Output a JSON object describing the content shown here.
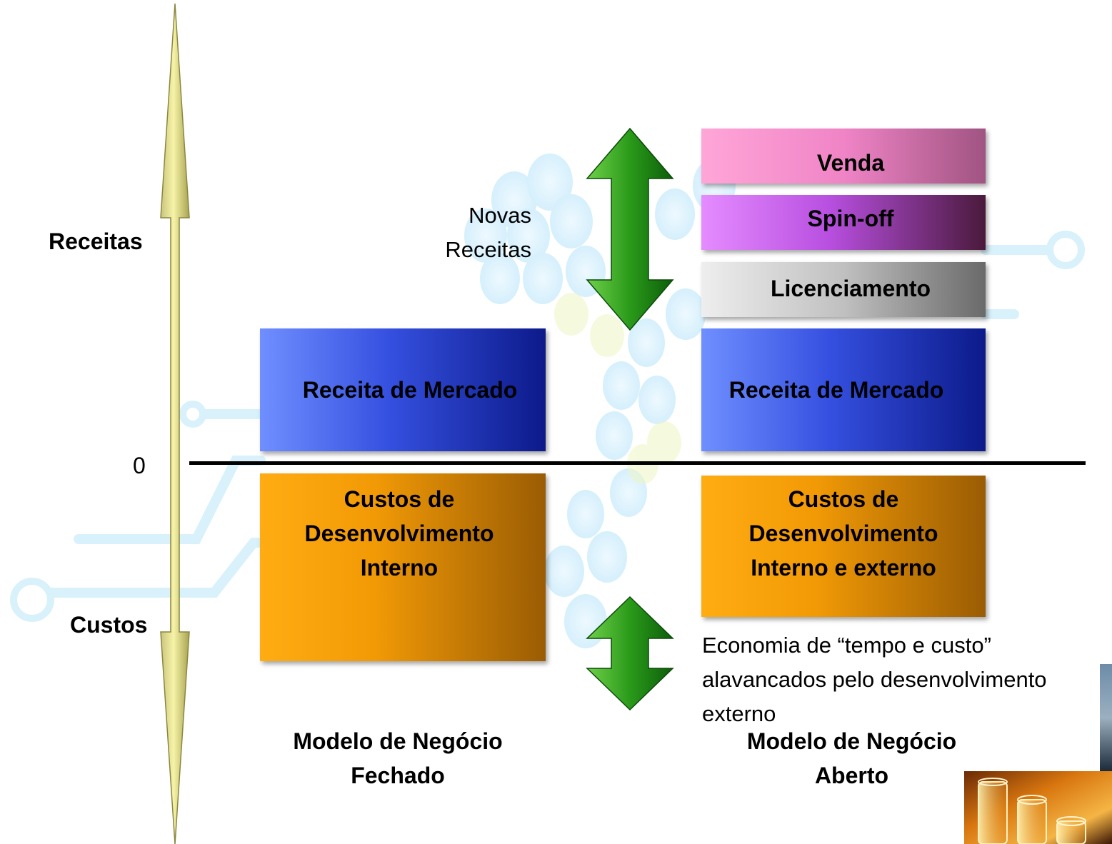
{
  "axis": {
    "receitas_label": "Receitas",
    "custos_label": "Custos",
    "zero_label": "0"
  },
  "closed_model": {
    "receita": "Receita de Mercado",
    "custos_lines": [
      "Custos de",
      "Desenvolvimento",
      "Interno"
    ],
    "title_lines": [
      "Modelo de Negócio",
      "Fechado"
    ]
  },
  "open_model": {
    "venda": "Venda",
    "spinoff": "Spin-off",
    "licenciamento": "Licenciamento",
    "receita": "Receita de Mercado",
    "custos_lines": [
      "Custos de",
      "Desenvolvimento",
      "Interno e externo"
    ],
    "title_lines": [
      "Modelo de Negócio",
      "Aberto"
    ]
  },
  "annotations": {
    "novas_receitas_lines": [
      "Novas",
      "Receitas"
    ],
    "economia_lines": [
      "Economia de “tempo e custo”",
      "alavancados pelo desenvolvimento",
      "externo"
    ]
  },
  "colors": {
    "axis_arrow": "#f2ef9a",
    "green_arrow": "#2a9a1a",
    "mercado_blue": "#3550e0",
    "custos_orange": "#f29a06",
    "circuit_blue": "#cfeefb"
  },
  "icons": {
    "circuit": "circuit-background-icon",
    "photo": "glassware-photo"
  }
}
